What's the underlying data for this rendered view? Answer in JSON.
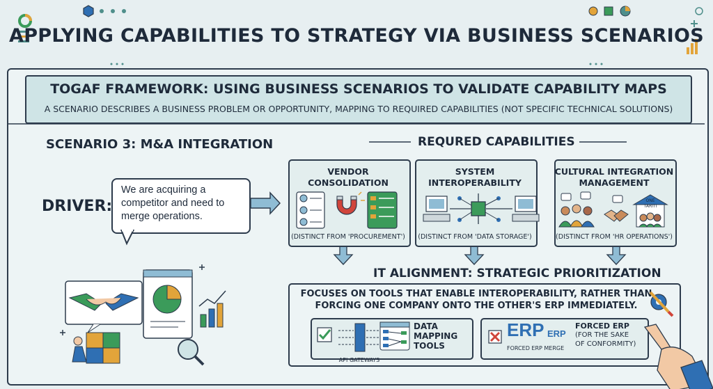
{
  "title": "APPLYING CAPABILITIES TO STRATEGY VIA BUSINESS SCENARIOS",
  "banner": {
    "title": "TOGAF FRAMEWORK: USING BUSINESS SCENARIOS TO VALIDATE CAPABILITY MAPS",
    "subtitle": "A SCENARIO DESCRIBES A BUSINESS PROBLEM OR OPPORTUNITY, MAPPING TO REQUIRED CAPABILITIES (NOT SPECIFIC TECHNICAL SOLUTIONS)"
  },
  "scenario": {
    "title": "SCENARIO 3: M&A INTEGRATION",
    "driver_label": "DRIVER:",
    "driver_text": "We are acquiring a competitor and need to merge operations."
  },
  "capabilities": {
    "heading": "REQURED CAPABILITIES",
    "items": [
      {
        "title_l1": "VENDOR",
        "title_l2": "CONSOLIDATION",
        "note": "(DISTINCT FROM 'PROCUREMENT')"
      },
      {
        "title_l1": "SYSTEM",
        "title_l2": "INTEROPERABILITY",
        "note": "(DISTINCT FROM 'DATA STORAGE')"
      },
      {
        "title_l1": "CULTURAL INTEGRATION",
        "title_l2": "MANAGEMENT",
        "note": "(DISTINCT FROM 'HR OPERATIONS')"
      }
    ],
    "building_sign_l1": "ONE",
    "building_sign_l2": "TARITI"
  },
  "it_alignment": {
    "heading": "IT ALIGNMENT: STRATEGIC PRIORITIZATION",
    "text_l1": "FOCUSES ON TOOLS THAT ENABLE INTEROPERABILITY, RATHER THAN",
    "text_l2": "FORCING ONE COMPANY ONTO THE OTHER'S ERP IMMEDIATELY.",
    "good": {
      "caption": "API GATEWAYS",
      "label_l1": "DATA",
      "label_l2": "MAPPING",
      "label_l3": "TOOLS"
    },
    "bad": {
      "erp1": "ERP",
      "erp2": "ERP",
      "caption": "FORCED ERP MERGE",
      "label_l1": "FORCED ERP",
      "label_l2": "(FOR THE SAKE",
      "label_l3": "OF CONFORMITY)"
    }
  },
  "colors": {
    "background": "#e7eff1",
    "outline": "#2d3b4c",
    "teal": "#4f8f8b",
    "blue": "#2f6fb3",
    "green": "#3b9b5a",
    "orange": "#e2a43a",
    "red": "#d0453b"
  }
}
